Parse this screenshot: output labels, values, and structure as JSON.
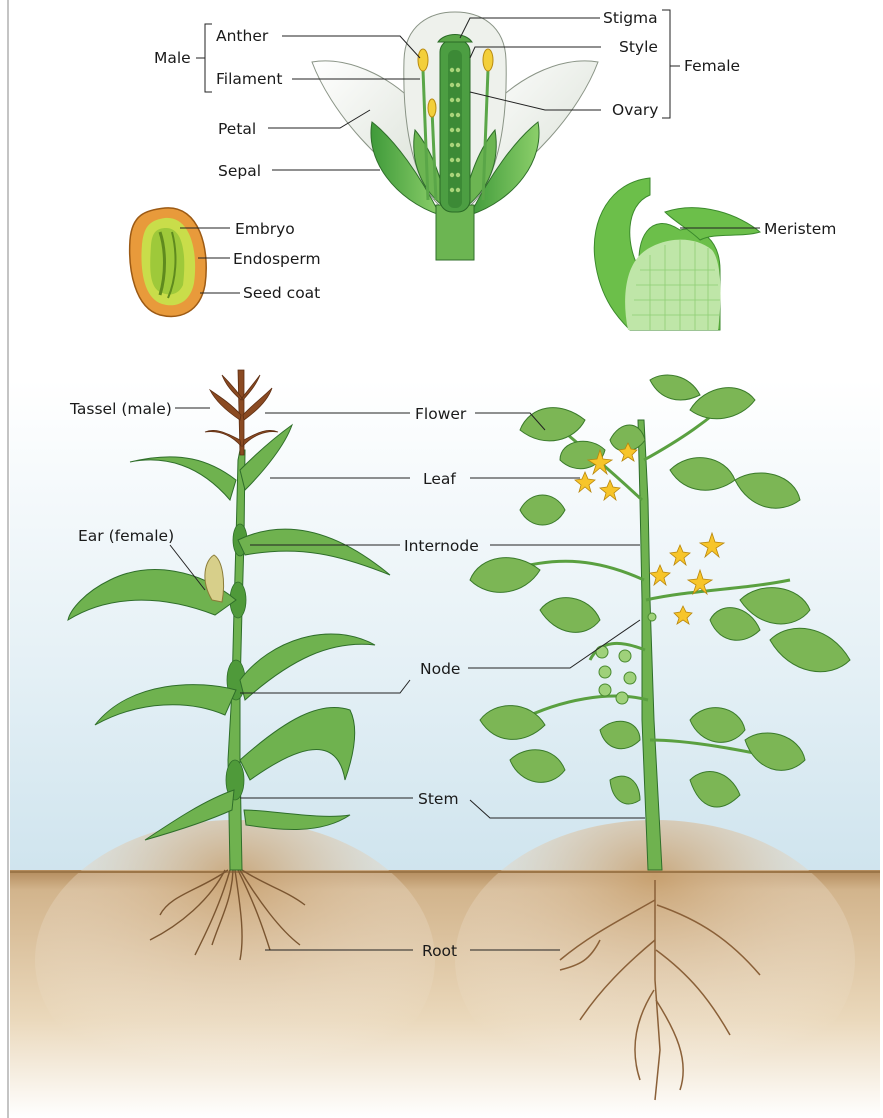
{
  "flower": {
    "anther": "Anther",
    "filament": "Filament",
    "male": "Male",
    "petal": "Petal",
    "sepal": "Sepal",
    "stigma": "Stigma",
    "style": "Style",
    "ovary": "Ovary",
    "female": "Female"
  },
  "seed": {
    "embryo": "Embryo",
    "endosperm": "Endosperm",
    "seed_coat": "Seed coat"
  },
  "meristem": {
    "label": "Meristem"
  },
  "plants": {
    "tassel": "Tassel (male)",
    "ear": "Ear (female)",
    "flower": "Flower",
    "leaf": "Leaf",
    "internode": "Internode",
    "node": "Node",
    "stem": "Stem",
    "root": "Root"
  },
  "colors": {
    "leaf_green": "#5fa83e",
    "dark_green": "#2f7a2a",
    "light_green": "#a9d47a",
    "flower_yellow": "#f5c72a",
    "soil": "#c9a87e",
    "sky": "#d9ecf4",
    "seed_coat": "#e89a3b"
  }
}
